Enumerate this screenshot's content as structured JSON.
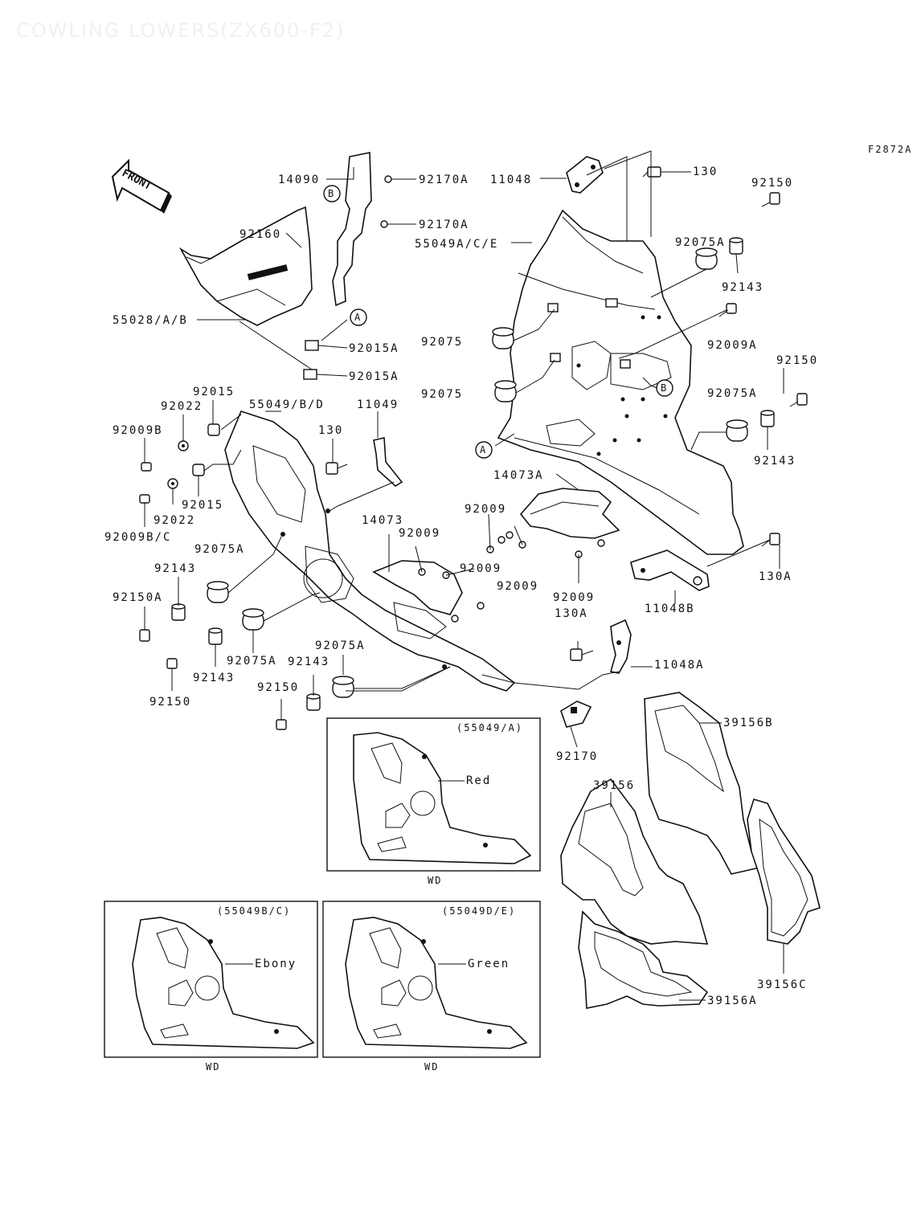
{
  "title": "COWLING LOWERS(ZX600-F2)",
  "figure_code": "F2872A",
  "front_arrow": "FRONT",
  "callouts": {
    "A": "A",
    "B": "B"
  },
  "part_labels": {
    "p14090": "14090",
    "p92170A_1": "92170A",
    "p92170A_2": "92170A",
    "p92160": "92160",
    "p55028": "55028/A/B",
    "p92015A_1": "92015A",
    "p92015A_2": "92015A",
    "p11048": "11048",
    "p130_top": "130",
    "p92150_tr1": "92150",
    "p55049ACE": "55049A/C/E",
    "p92075A_r1": "92075A",
    "p92143_r1": "92143",
    "p92009A": "92009A",
    "p92075_1": "92075",
    "p92075_2": "92075",
    "p92150_tr2": "92150",
    "p92075A_r2": "92075A",
    "p92143_r2": "92143",
    "p92015_1": "92015",
    "p92022_1": "92022",
    "p55049BD": "55049/B/D",
    "p11049": "11049",
    "p92009B": "92009B",
    "p130_mid": "130",
    "p14073A": "14073A",
    "p92015_2": "92015",
    "p92022_2": "92022",
    "p92009BC": "92009B/C",
    "p92009_1": "92009",
    "p14073": "14073",
    "p92009_2": "92009",
    "p92009_3": "92009",
    "p92009_4": "92009",
    "p92009_5": "92009",
    "p130A_r": "130A",
    "p11048B": "11048B",
    "p92075A_l": "92075A",
    "p92143_l": "92143",
    "p92150A": "92150A",
    "p130A_m": "130A",
    "p11048A": "11048A",
    "p92075A_b1": "92075A",
    "p92143_b1": "92143",
    "p92075A_b2": "92075A",
    "p92143_b2": "92143",
    "p92150_b1": "92150",
    "p92150_b2": "92150",
    "p92170": "92170",
    "p39156B": "39156B",
    "p39156": "39156",
    "p39156C": "39156C",
    "p39156A": "39156A"
  },
  "variants": [
    {
      "code": "(55049/A)",
      "color": "Red",
      "market": "WD"
    },
    {
      "code": "(55049B/C)",
      "color": "Ebony",
      "market": "WD"
    },
    {
      "code": "(55049D/E)",
      "color": "Green",
      "market": "WD"
    }
  ]
}
